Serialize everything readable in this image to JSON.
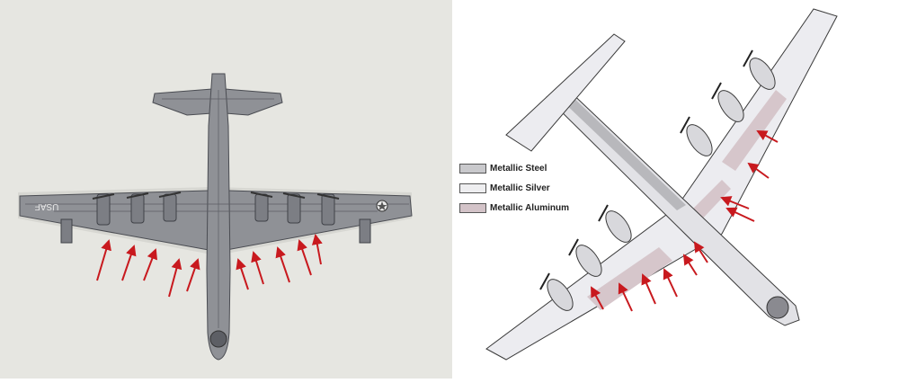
{
  "left_view": {
    "wing_marking": "USAF",
    "colors": {
      "background": "#e6e6e1",
      "fuselage": "#8f9196",
      "panel_line": "#4a4c52",
      "arrow": "#c8191e"
    }
  },
  "right_view": {
    "legend": [
      {
        "label": "Metallic Steel",
        "swatch": "#c9c9cc"
      },
      {
        "label": "Metallic Silver",
        "swatch": "#eeeef0"
      },
      {
        "label": "Metallic Aluminum",
        "swatch": "#d3c3c8"
      }
    ],
    "colors": {
      "airframe": "#ececf0",
      "outline": "#3a3a3a",
      "aluminum": "#d6c6cb",
      "steel": "#b8b8bc",
      "arrow": "#c8191e"
    }
  }
}
